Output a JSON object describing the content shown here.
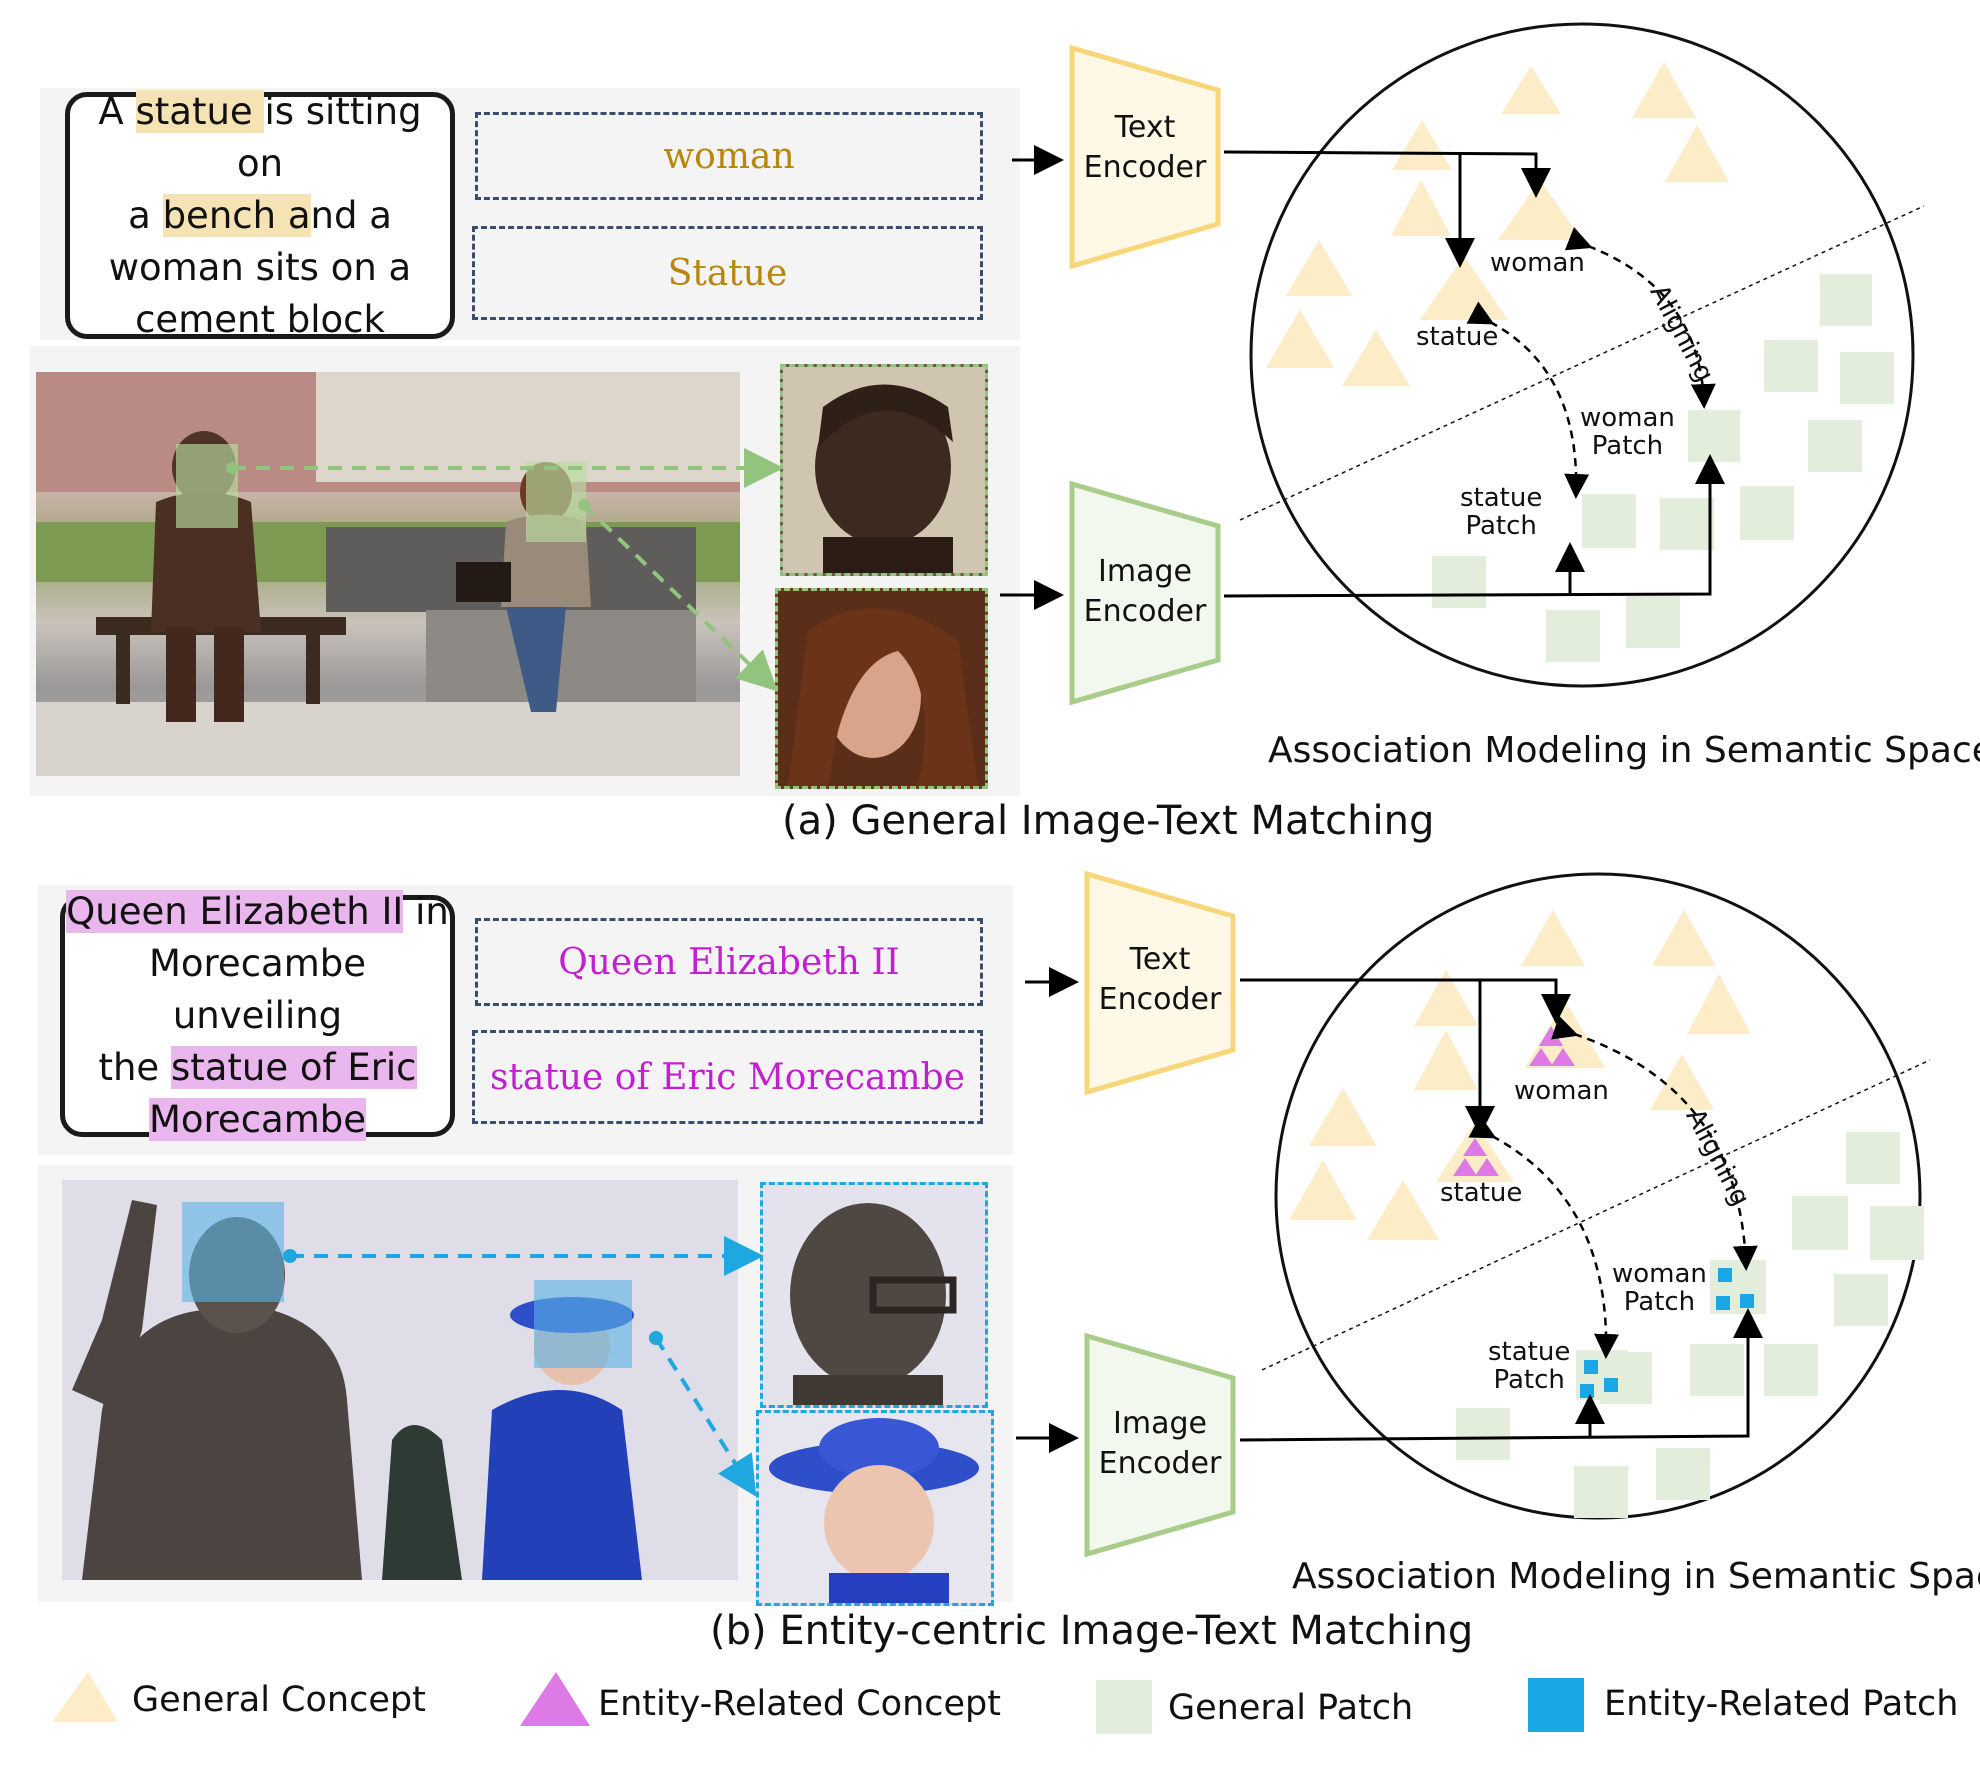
{
  "panel_a": {
    "caption_lines": [
      "A",
      "statue ",
      "is sitting on",
      "a",
      "bench a",
      "nd a",
      "woman sits on a",
      "cement block"
    ],
    "entity_1": "woman",
    "entity_2": "Statue",
    "text_encoder": [
      "Text",
      "Encoder"
    ],
    "image_encoder": [
      "Image",
      "Encoder"
    ],
    "space_labels": {
      "woman": "woman",
      "statue": "statue",
      "woman_patch": [
        "woman",
        "Patch"
      ],
      "statue_patch": [
        "statue",
        "Patch"
      ],
      "aligning": "Aligning"
    },
    "space_title": "Association Modeling in Semantic Space",
    "panel_title": "(a)  General Image-Text Matching"
  },
  "panel_b": {
    "caption_lines": [
      "Queen Elizabeth II",
      " in",
      "Morecambe unveiling",
      "the ",
      "statue of Eric",
      "Morecambe"
    ],
    "entity_1": "Queen Elizabeth II",
    "entity_2": "statue of Eric Morecambe",
    "text_encoder": [
      "Text",
      "Encoder"
    ],
    "image_encoder": [
      "Image",
      "Encoder"
    ],
    "space_labels": {
      "woman": "woman",
      "statue": "statue",
      "woman_patch": [
        "woman",
        "Patch"
      ],
      "statue_patch": [
        "statue",
        "Patch"
      ],
      "aligning": "Aligning"
    },
    "space_title": "Association Modeling in Semantic Space",
    "panel_title": "(b)  Entity-centric Image-Text Matching"
  },
  "legend": {
    "general_concept": "General Concept",
    "entity_concept": "Entity-Related Concept",
    "general_patch": "General Patch",
    "entity_patch": "Entity-Related Patch"
  },
  "colors": {
    "general_concept": "#fcecc8",
    "entity_concept": "#dd7ae6",
    "general_patch": "#e2eedb",
    "entity_patch": "#1aa7e6",
    "text_encoder": "#f8d77a",
    "image_encoder": "#a9cc8a",
    "highlight_yellow": "#f6e3b4",
    "highlight_purple": "#e9b6ee",
    "entity_text_a": "#b8860b",
    "entity_text_b": "#c21fd0",
    "dashed_green": "#93c47d",
    "dashed_blue": "#1fa8e0"
  }
}
